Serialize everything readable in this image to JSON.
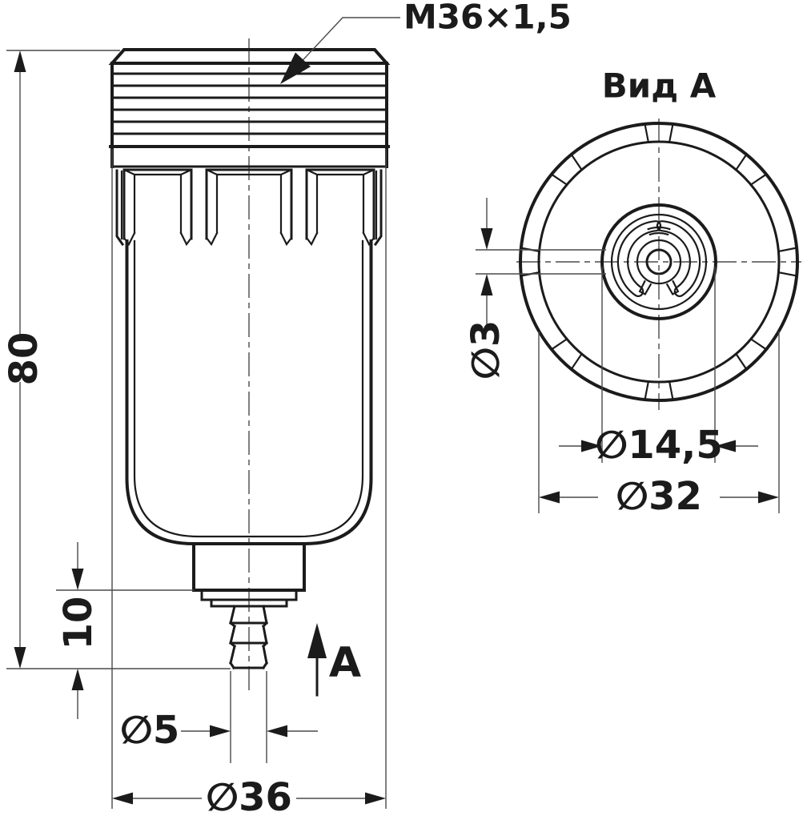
{
  "colors": {
    "line": "#1b1b1b",
    "background": "#ffffff"
  },
  "front_view": {
    "thread_label": "M36×1,5",
    "view_direction_label": "A",
    "dims": {
      "height": "80",
      "stem_length": "10",
      "barb_diameter": "∅5",
      "cap_diameter": "∅36"
    }
  },
  "view_a": {
    "title": "Вид А",
    "dims": {
      "center_hole": "∅3",
      "base_diameter": "∅14,5",
      "bowl_diameter": "∅32"
    }
  }
}
